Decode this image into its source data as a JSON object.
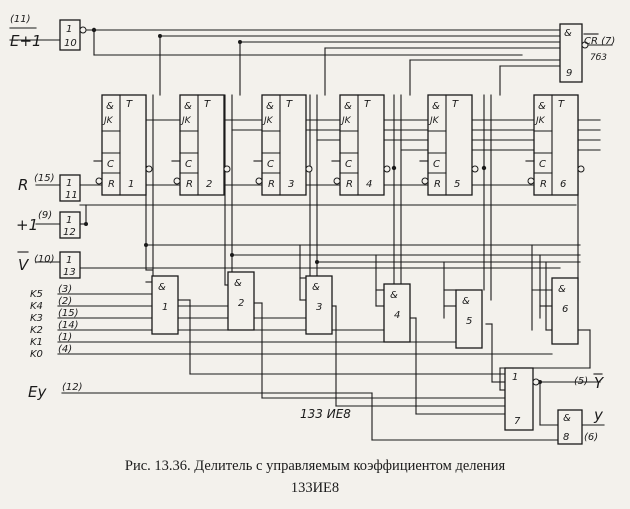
{
  "inputs": {
    "e_plus_1": {
      "label": "E+1",
      "pin": "(11)",
      "block": "10"
    },
    "r": {
      "label": "R",
      "pin": "(15)",
      "block": "11"
    },
    "plus_1": {
      "label": "+1",
      "pin": "(9)",
      "block": "12"
    },
    "v": {
      "label": "V",
      "pin": "(10)",
      "block": "13"
    },
    "k": [
      {
        "label": "K5",
        "pin": "(3)"
      },
      {
        "label": "K4",
        "pin": "(2)"
      },
      {
        "label": "K3",
        "pin": "(15)"
      },
      {
        "label": "K2",
        "pin": "(14)"
      },
      {
        "label": "K1",
        "pin": "(1)"
      },
      {
        "label": "K0",
        "pin": "(4)"
      }
    ],
    "ey": {
      "label": "Ey",
      "pin": "(12)"
    }
  },
  "unit_glyph": "1",
  "flipflops": [
    {
      "num": "1",
      "t": "T",
      "and": "&",
      "jk": "JK",
      "c": "C",
      "r": "R"
    },
    {
      "num": "2",
      "t": "T",
      "and": "&",
      "jk": "JK",
      "c": "C",
      "r": "R"
    },
    {
      "num": "3",
      "t": "T",
      "and": "&",
      "jk": "JK",
      "c": "C",
      "r": "R"
    },
    {
      "num": "4",
      "t": "T",
      "and": "&",
      "jk": "JK",
      "c": "C",
      "r": "R"
    },
    {
      "num": "5",
      "t": "T",
      "and": "&",
      "jk": "JK",
      "c": "C",
      "r": "R"
    },
    {
      "num": "6",
      "t": "T",
      "and": "&",
      "jk": "JK",
      "c": "C",
      "r": "R"
    }
  ],
  "and_gates": [
    {
      "sym": "&",
      "num": "1"
    },
    {
      "sym": "&",
      "num": "2"
    },
    {
      "sym": "&",
      "num": "3"
    },
    {
      "sym": "&",
      "num": "4"
    },
    {
      "sym": "&",
      "num": "5"
    },
    {
      "sym": "&",
      "num": "6"
    }
  ],
  "gate7": {
    "sym": "1",
    "num": "7"
  },
  "gate8": {
    "sym": "&",
    "num": "8"
  },
  "gate9": {
    "sym": "&",
    "num": "9"
  },
  "outputs": {
    "cr": {
      "pin": "CR (7)",
      "sub": "7б3"
    },
    "y_bar": {
      "pin": "(5)",
      "label": "Y"
    },
    "y": {
      "label": "y",
      "pin": "(6)"
    }
  },
  "chip_label": "133 ИЕ8",
  "caption": {
    "line1": "Рис. 13.36. Делитель с управляемым коэффициентом деления",
    "line2": "133ИЕ8"
  }
}
